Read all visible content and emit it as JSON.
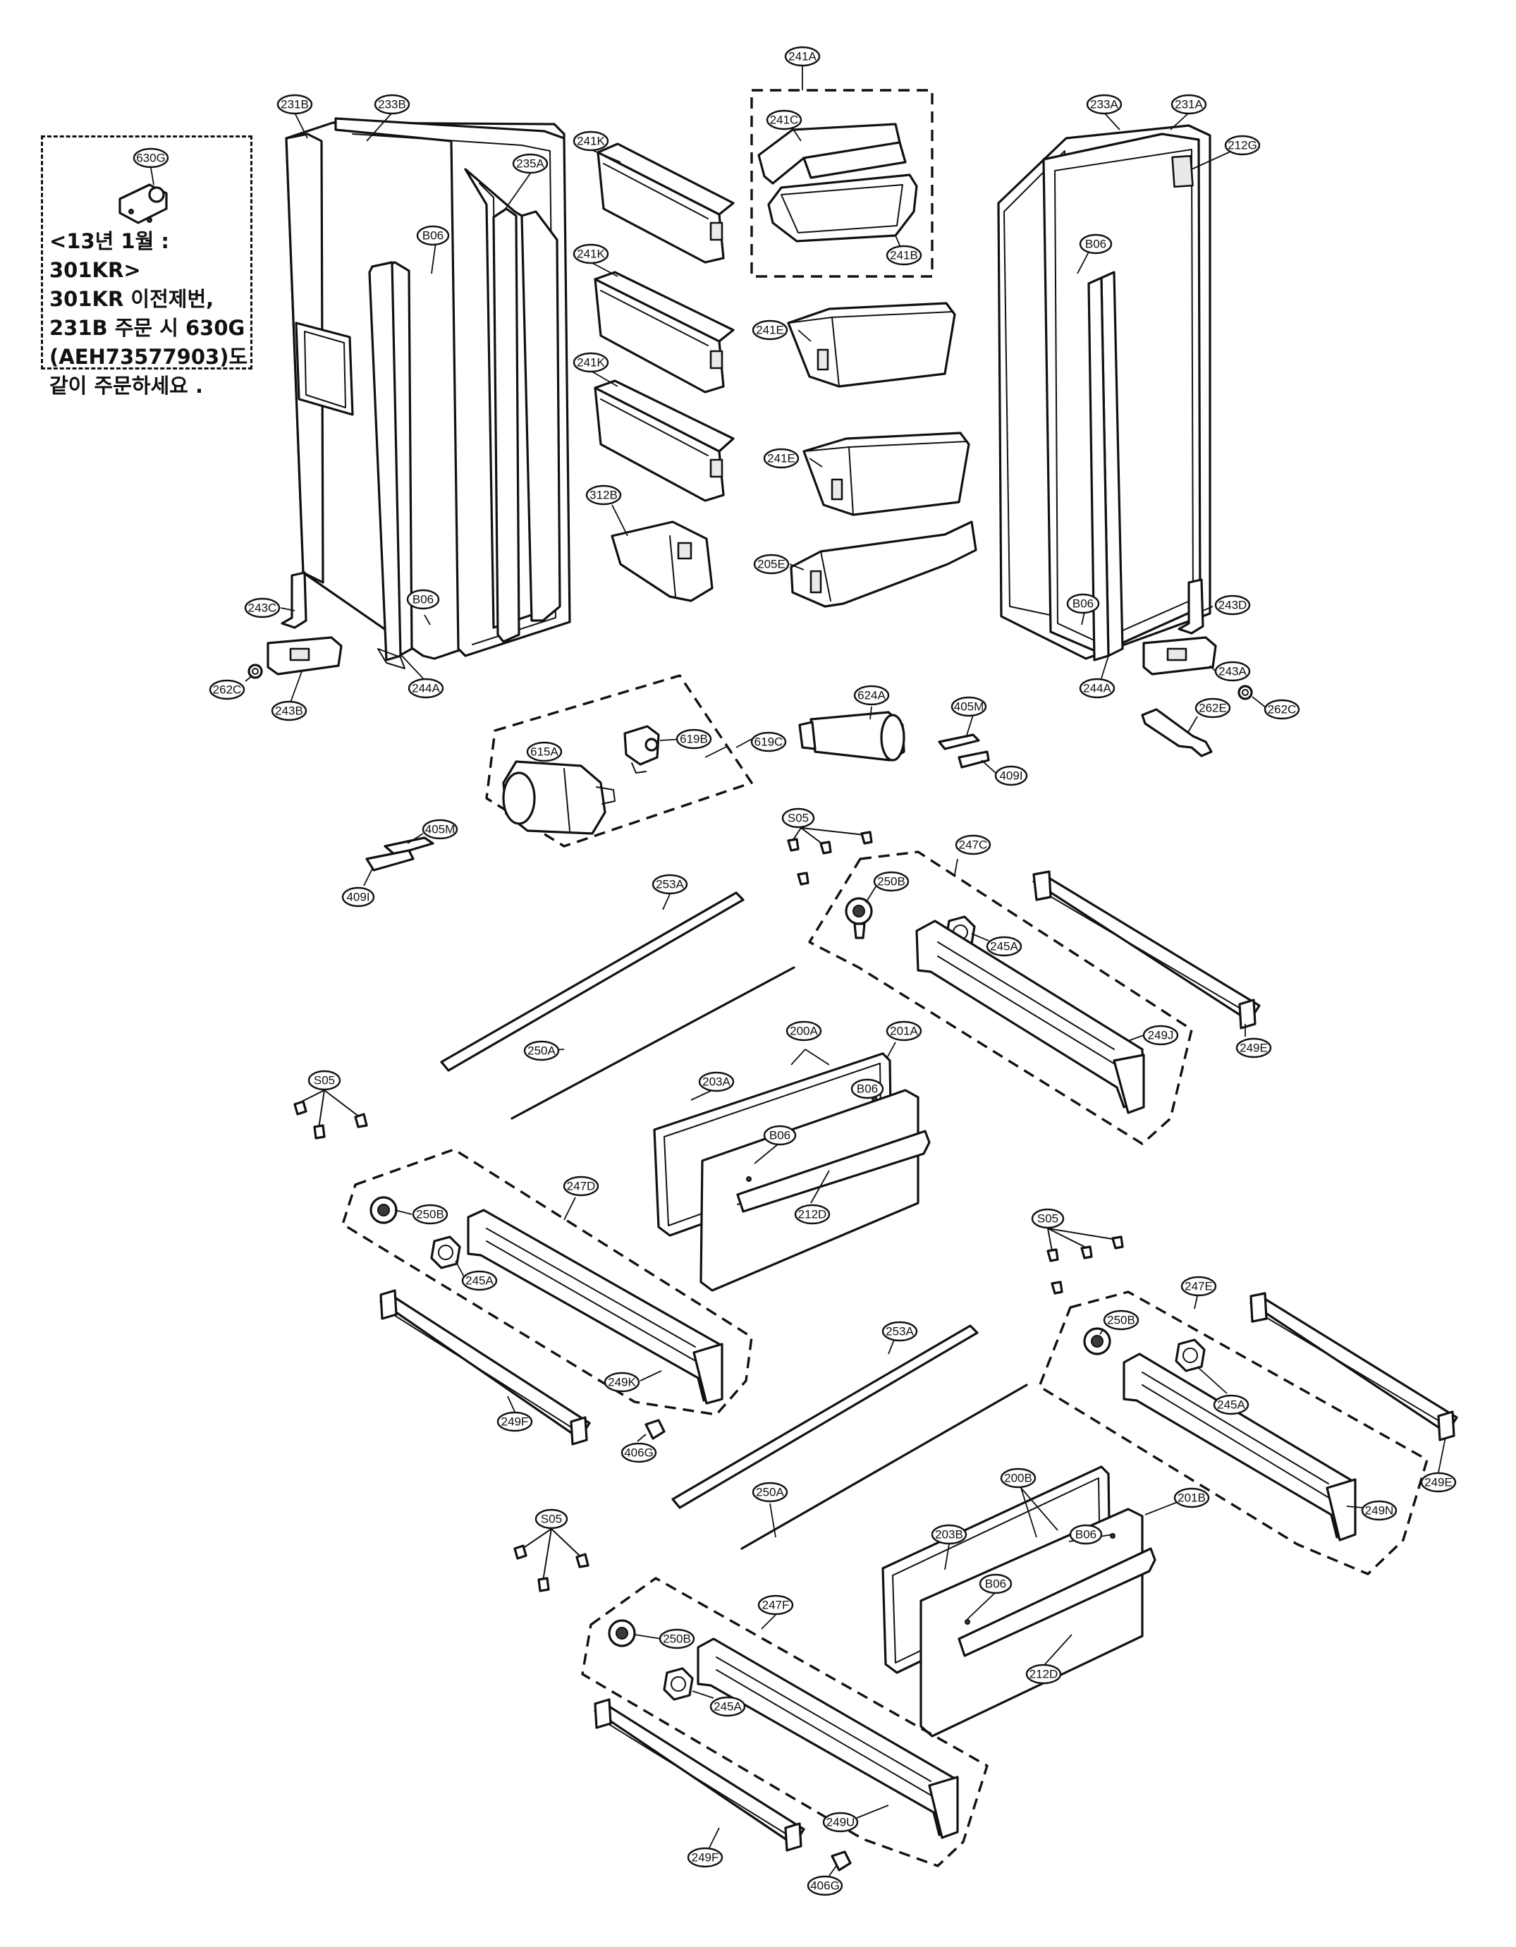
{
  "note": {
    "code": "630G",
    "lines": [
      "<13년 1월 : 301KR>",
      "301KR 이전제번,",
      "231B 주문 시 630G",
      "(AEH73577903)도",
      "같이 주문하세요 ."
    ]
  },
  "labels": {
    "l231B": "231B",
    "l233B": "233B",
    "l235A": "235A",
    "l241K_1": "241K",
    "l241K_2": "241K",
    "l241K_3": "241K",
    "l241A": "241A",
    "l241C": "241C",
    "l241B": "241B",
    "l241E_1": "241E",
    "l241E_2": "241E",
    "l205E": "205E",
    "l312B": "312B",
    "l233A": "233A",
    "l231A": "231A",
    "l212G": "212G",
    "lB06_1": "B06",
    "lB06_2": "B06",
    "lB06_3": "B06",
    "lB06_4": "B06",
    "l243C": "243C",
    "l262C_1": "262C",
    "l243B": "243B",
    "l244A_1": "244A",
    "l243D": "243D",
    "l243A": "243A",
    "l244A_2": "244A",
    "l262C_2": "262C",
    "l262E": "262E",
    "l624A": "624A",
    "l405M_1": "405M",
    "l409I_1": "409I",
    "l615A": "615A",
    "l619B": "619B",
    "l619C": "619C",
    "l405M_2": "405M",
    "l409I_2": "409I",
    "lS05_1": "S05",
    "l247C": "247C",
    "l250B_1": "250B",
    "l245A_1": "245A",
    "l249J": "249J",
    "l249E_1": "249E",
    "l253A_1": "253A",
    "l250A_1": "250A",
    "l200A": "200A",
    "l201A": "201A",
    "l203A": "203A",
    "lB06_5": "B06",
    "lB06_6": "B06",
    "l212D_1": "212D",
    "lS05_2": "S05",
    "l247D": "247D",
    "l250B_2": "250B",
    "l245A_2": "245A",
    "l249K": "249K",
    "l249F_1": "249F",
    "l406G_1": "406G",
    "lS05_3": "S05",
    "l247E": "247E",
    "l250B_3": "250B",
    "l245A_3": "245A",
    "l249E_2": "249E",
    "l249N": "249N",
    "l253A_2": "253A",
    "l250A_2": "250A",
    "l200B": "200B",
    "l201B": "201B",
    "l203B": "203B",
    "lB06_7": "B06",
    "lB06_8": "B06",
    "l212D_2": "212D",
    "lS05_4": "S05",
    "l247F": "247F",
    "l250B_4": "250B",
    "l245A_4": "245A",
    "l249U": "249U",
    "l249F_2": "249F",
    "l406G_2": "406G"
  }
}
